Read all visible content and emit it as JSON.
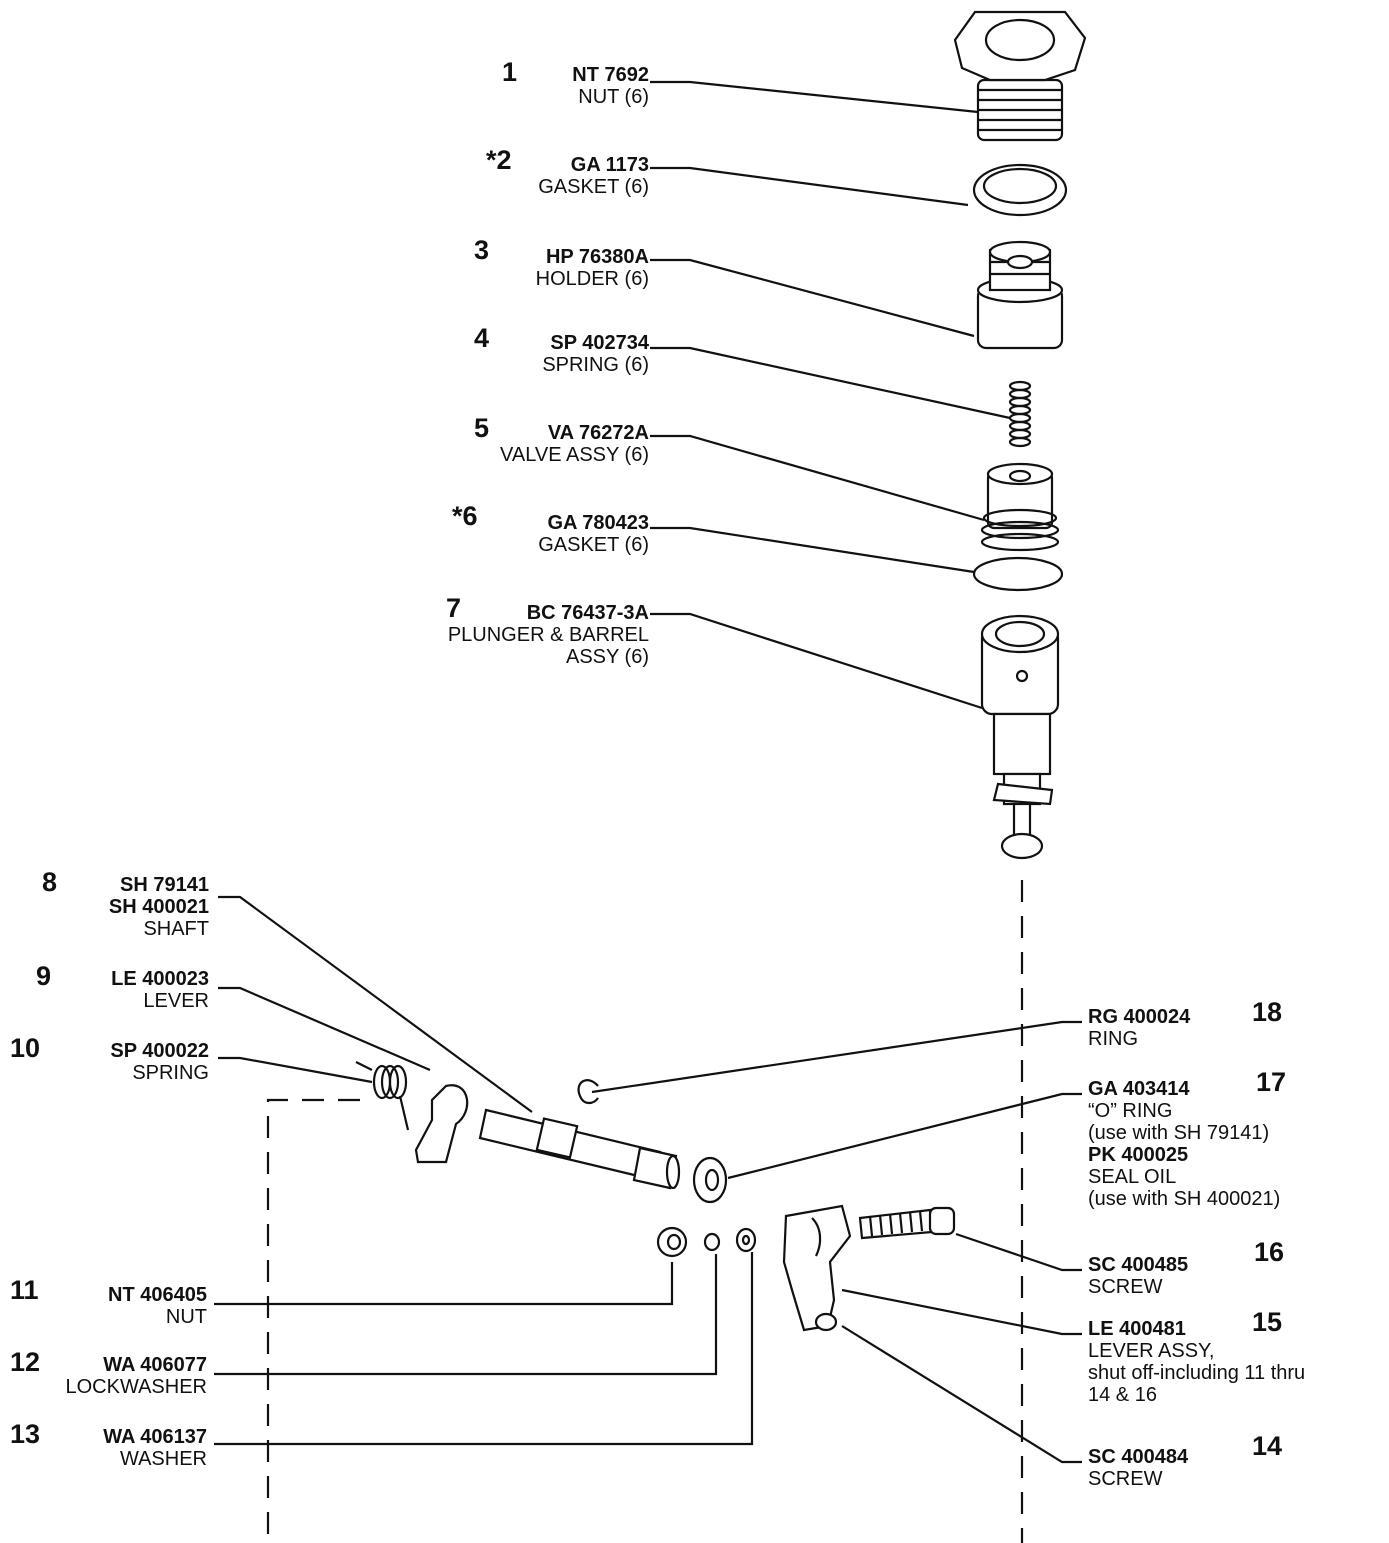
{
  "callouts": [
    {
      "num": "1",
      "part": "NT 7692",
      "desc": [
        "NUT (6)"
      ]
    },
    {
      "num": "*2",
      "part": "GA 1173",
      "desc": [
        "GASKET (6)"
      ]
    },
    {
      "num": "3",
      "part": "HP 76380A",
      "desc": [
        "HOLDER (6)"
      ]
    },
    {
      "num": "4",
      "part": "SP 402734",
      "desc": [
        "SPRING (6)"
      ]
    },
    {
      "num": "5",
      "part": "VA 76272A",
      "desc": [
        "VALVE ASSY (6)"
      ]
    },
    {
      "num": "*6",
      "part": "GA 780423",
      "desc": [
        "GASKET (6)"
      ]
    },
    {
      "num": "7",
      "part": "BC 76437-3A",
      "desc": [
        "PLUNGER & BARREL",
        "ASSY (6)"
      ]
    },
    {
      "num": "8",
      "part": "SH 79141",
      "part2": "SH 400021",
      "desc": [
        "SHAFT"
      ]
    },
    {
      "num": "9",
      "part": "LE 400023",
      "desc": [
        "LEVER"
      ]
    },
    {
      "num": "10",
      "part": "SP 400022",
      "desc": [
        "SPRING"
      ]
    },
    {
      "num": "11",
      "part": "NT 406405",
      "desc": [
        "NUT"
      ]
    },
    {
      "num": "12",
      "part": "WA 406077",
      "desc": [
        "LOCKWASHER"
      ]
    },
    {
      "num": "13",
      "part": "WA 406137",
      "desc": [
        "WASHER"
      ]
    },
    {
      "num": "18",
      "part": "RG 400024",
      "desc": [
        "RING"
      ]
    },
    {
      "num": "17",
      "part": "GA 403414",
      "desc": [
        "“O” RING",
        "(use with SH 79141)"
      ],
      "part2": "PK 400025",
      "desc2": [
        "SEAL OIL",
        "(use with SH 400021)"
      ]
    },
    {
      "num": "16",
      "part": "SC 400485",
      "desc": [
        "SCREW"
      ]
    },
    {
      "num": "15",
      "part": "LE 400481",
      "desc": [
        "LEVER ASSY,",
        "shut off-including 11 thru",
        "14 & 16"
      ]
    },
    {
      "num": "14",
      "part": "SC 400484",
      "desc": [
        "SCREW"
      ]
    }
  ]
}
